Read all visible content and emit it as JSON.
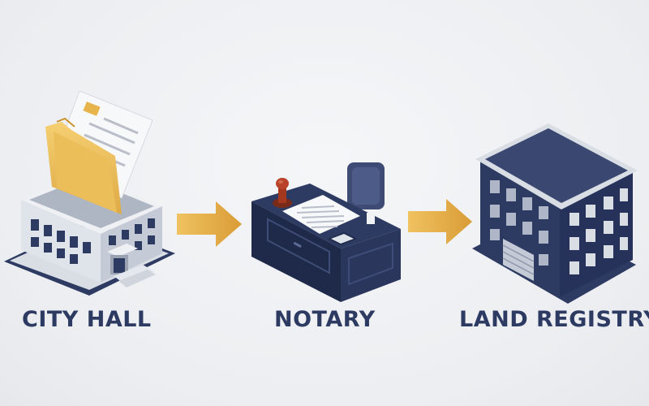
{
  "steps": [
    {
      "label": "CITY HALL",
      "icon": "city-hall-building-with-folder-icon"
    },
    {
      "label": "NOTARY",
      "icon": "notary-desk-with-stamp-icon"
    },
    {
      "label": "LAND REGISTRY",
      "icon": "land-registry-building-icon"
    }
  ],
  "colors": {
    "navy": "#2d3a62",
    "navy_dark": "#1f2a4a",
    "gold": "#e7b44c",
    "gold_dark": "#c9912c",
    "background": "#eceef1",
    "stamp_red": "#a3381f"
  }
}
